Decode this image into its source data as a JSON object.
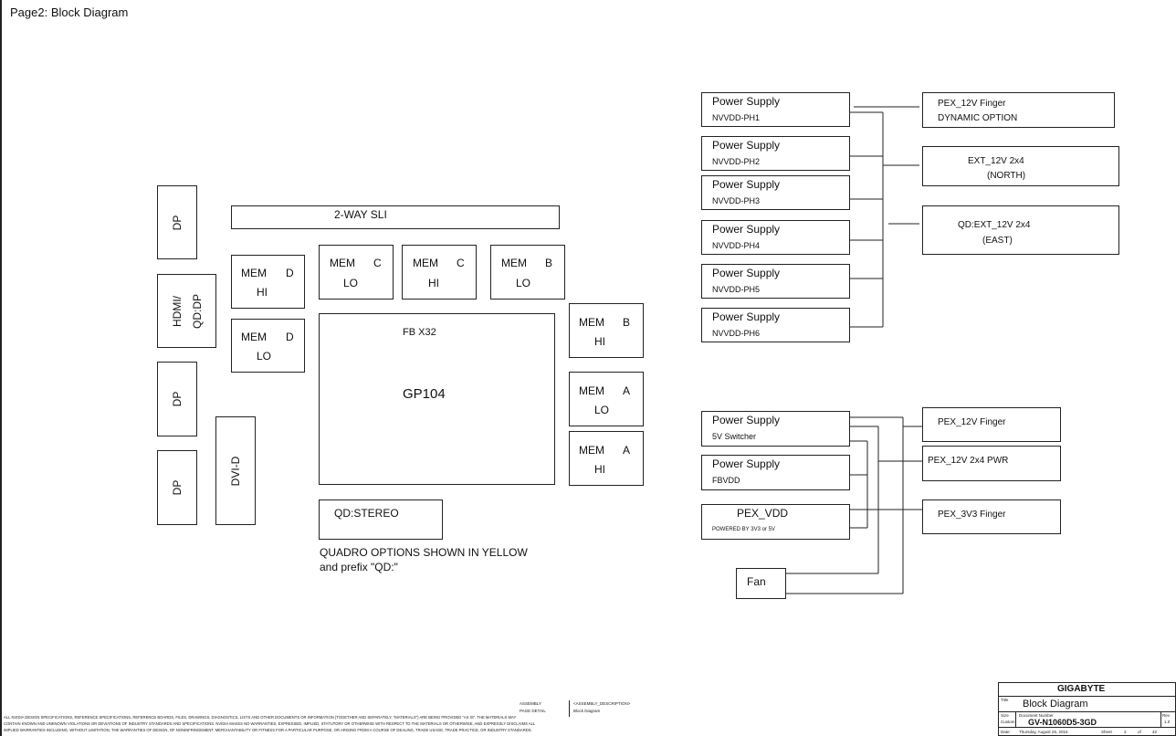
{
  "page_title": "Page2: Block Diagram",
  "connectors": {
    "dp1": "DP",
    "hdmi": "HDMI/\nQD:DP",
    "dp2": "DP",
    "dp3": "DP",
    "dvi": "DVI-D"
  },
  "sli": "2-WAY SLI",
  "memory": {
    "d_hi": {
      "a": "MEM",
      "b": "D",
      "c": "HI"
    },
    "d_lo": {
      "a": "MEM",
      "b": "D",
      "c": "LO"
    },
    "c_lo": {
      "a": "MEM",
      "b": "C",
      "c": "LO"
    },
    "c_hi": {
      "a": "MEM",
      "b": "C",
      "c": "HI"
    },
    "b_lo": {
      "a": "MEM",
      "b": "B",
      "c": "LO"
    },
    "b_hi": {
      "a": "MEM",
      "b": "B",
      "c": "HI"
    },
    "a_lo": {
      "a": "MEM",
      "b": "A",
      "c": "LO"
    },
    "a_hi": {
      "a": "MEM",
      "b": "A",
      "c": "HI"
    }
  },
  "gpu": {
    "fb": "FB X32",
    "name": "GP104"
  },
  "stereo": "QD:STEREO",
  "quadro_note_1": "QUADRO OPTIONS SHOWN IN YELLOW",
  "quadro_note_2": "and prefix \"QD:\"",
  "nvvdd_supplies": [
    {
      "title": "Power Supply",
      "sub": "NVVDD-PH1"
    },
    {
      "title": "Power Supply",
      "sub": "NVVDD-PH2"
    },
    {
      "title": "Power Supply",
      "sub": "NVVDD-PH3"
    },
    {
      "title": "Power Supply",
      "sub": "NVVDD-PH4"
    },
    {
      "title": "Power Supply",
      "sub": "NVVDD-PH5"
    },
    {
      "title": "Power Supply",
      "sub": "NVVDD-PH6"
    }
  ],
  "nvvdd_sources": [
    {
      "line1": "PEX_12V Finger",
      "line2": "DYNAMIC OPTION"
    },
    {
      "line1": "EXT_12V 2x4",
      "line2": "(NORTH)"
    },
    {
      "line1": "QD:EXT_12V 2x4",
      "line2": "(EAST)"
    }
  ],
  "aux_supplies": [
    {
      "title": "Power Supply",
      "sub": "5V Switcher"
    },
    {
      "title": "Power Supply",
      "sub": "FBVDD"
    },
    {
      "title": "PEX_VDD",
      "sub": "POWERED BY 3V3 or 5V"
    }
  ],
  "fan": "Fan",
  "aux_sources": [
    "PEX_12V Finger",
    "PEX_12V 2x4 PWR",
    "PEX_3V3 Finger"
  ],
  "legal": [
    "ALL NVIDIA DESIGN SPECIFICATIONS, REFERENCE SPECIFICATIONS, REFERENCE BOARDS, FILES, DRAWINGS, DIAGNOSTICS, LISTS AND OTHER DOCUMENTS OR INFORMATION (TOGETHER AND SEPARATELY, \"MATERIALS\") ARE BEING PROVIDED \"AS IS\". THE MATERIALS MAY",
    "CONTAIN KNOWN AND UNKNOWN VIOLATIONS OR DEVIATIONS OF INDUSTRY STANDARDS AND SPECIFICATIONS. NVIDIA MAKES NO WARRANTIES, EXPRESSED, IMPLIED, STATUTORY OR OTHERWISE WITH RESPECT TO THE MATERIALS OR OTHERWISE, AND EXPRESSLY DISCLAIMS ALL",
    "IMPLIED WARRANTIES INCLUDING, WITHOUT LIMITATION, THE WARRANTIES OF DESIGN, OF NONINFRINGEMENT, MERCHANTABILITY OR FITNESS FOR A PARTICULAR PURPOSE, OR ARISING FROM A COURSE OF DEALING, TRADE USAGE, TRADE PRACTICE, OR INDUSTRY STANDARDS."
  ],
  "assembly": {
    "label1": "ASSEMBLY",
    "label2": "PAGE DETAIL",
    "value1": "<ASSEMBLY_DESCRIPTION>",
    "value2": "Block Diagram"
  },
  "title_block": {
    "company": "GIGABYTE",
    "title_label": "Title",
    "title": "Block Diagram",
    "size_label": "Size",
    "size": "Custom",
    "doc_label": "Document Number",
    "doc": "GV-N1060D5-3GD",
    "rev_label": "Rev",
    "rev": "1.0",
    "date_label": "Date:",
    "date": "Thursday, August 25, 2016",
    "sheet_label": "Sheet",
    "sheet": "2",
    "of_label": "of",
    "of": "42"
  }
}
